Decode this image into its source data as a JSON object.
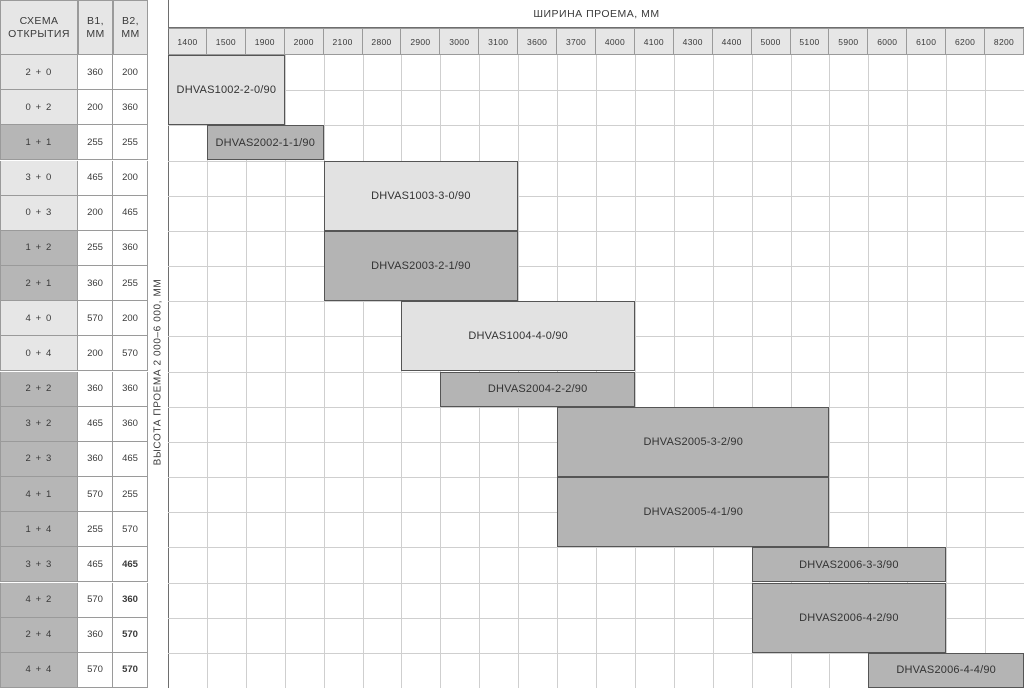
{
  "header": {
    "top_title": "ШИРИНА ПРОЕМА, ММ",
    "y_axis_label": "ВЫСОТА ПРОЕМА 2 000–6 000, ММ",
    "left_columns": [
      "СХЕМА ОТКРЫТИЯ",
      "B1, ММ",
      "B2, ММ"
    ]
  },
  "chart_data": {
    "type": "table",
    "title": "ШИРИНА ПРОЕМА, ММ",
    "xlabel": "ШИРИНА ПРОЕМА, ММ",
    "ylabel": "ВЫСОТА ПРОЕМА 2 000–6 000, ММ",
    "grid": true,
    "categories": [
      "1400",
      "1500",
      "1900",
      "2000",
      "2100",
      "2800",
      "2900",
      "3000",
      "3100",
      "3600",
      "3700",
      "4000",
      "4100",
      "4300",
      "4400",
      "5000",
      "5100",
      "5900",
      "6000",
      "6100",
      "6200",
      "8200"
    ],
    "rows": [
      {
        "scheme": "2 + 0",
        "b1": "360",
        "b2": "200",
        "shade": "light",
        "b1_bold": false,
        "b2_bold": false
      },
      {
        "scheme": "0 + 2",
        "b1": "200",
        "b2": "360",
        "shade": "light",
        "b1_bold": false,
        "b2_bold": false
      },
      {
        "scheme": "1 + 1",
        "b1": "255",
        "b2": "255",
        "shade": "dark",
        "b1_bold": false,
        "b2_bold": false
      },
      {
        "scheme": "3 + 0",
        "b1": "465",
        "b2": "200",
        "shade": "light",
        "b1_bold": false,
        "b2_bold": false
      },
      {
        "scheme": "0 + 3",
        "b1": "200",
        "b2": "465",
        "shade": "light",
        "b1_bold": false,
        "b2_bold": false
      },
      {
        "scheme": "1 + 2",
        "b1": "255",
        "b2": "360",
        "shade": "dark",
        "b1_bold": false,
        "b2_bold": false
      },
      {
        "scheme": "2 + 1",
        "b1": "360",
        "b2": "255",
        "shade": "dark",
        "b1_bold": false,
        "b2_bold": false
      },
      {
        "scheme": "4 + 0",
        "b1": "570",
        "b2": "200",
        "shade": "light",
        "b1_bold": false,
        "b2_bold": false
      },
      {
        "scheme": "0 + 4",
        "b1": "200",
        "b2": "570",
        "shade": "light",
        "b1_bold": false,
        "b2_bold": false
      },
      {
        "scheme": "2 + 2",
        "b1": "360",
        "b2": "360",
        "shade": "dark",
        "b1_bold": false,
        "b2_bold": false
      },
      {
        "scheme": "3 + 2",
        "b1": "465",
        "b2": "360",
        "shade": "dark",
        "b1_bold": false,
        "b2_bold": false
      },
      {
        "scheme": "2 + 3",
        "b1": "360",
        "b2": "465",
        "shade": "dark",
        "b1_bold": false,
        "b2_bold": false
      },
      {
        "scheme": "4 + 1",
        "b1": "570",
        "b2": "255",
        "shade": "dark",
        "b1_bold": false,
        "b2_bold": false
      },
      {
        "scheme": "1 + 4",
        "b1": "255",
        "b2": "570",
        "shade": "dark",
        "b1_bold": false,
        "b2_bold": false
      },
      {
        "scheme": "3 + 3",
        "b1": "465",
        "b2": "465",
        "shade": "dark",
        "b1_bold": false,
        "b2_bold": true
      },
      {
        "scheme": "4 + 2",
        "b1": "570",
        "b2": "360",
        "shade": "dark",
        "b1_bold": false,
        "b2_bold": true
      },
      {
        "scheme": "2 + 4",
        "b1": "360",
        "b2": "570",
        "shade": "dark",
        "b1_bold": false,
        "b2_bold": true
      },
      {
        "scheme": "4 + 4",
        "b1": "570",
        "b2": "570",
        "shade": "dark",
        "b1_bold": false,
        "b2_bold": true
      }
    ],
    "blocks": [
      {
        "label": "DHVAS1002-2-0/90",
        "col_start": 0,
        "col_end": 3,
        "row_start": 0,
        "row_end": 2,
        "shade": "light"
      },
      {
        "label": "DHVAS2002-1-1/90",
        "col_start": 1,
        "col_end": 4,
        "row_start": 2,
        "row_end": 3,
        "shade": "dark"
      },
      {
        "label": "DHVAS1003-3-0/90",
        "col_start": 4,
        "col_end": 9,
        "row_start": 3,
        "row_end": 5,
        "shade": "light"
      },
      {
        "label": "DHVAS2003-2-1/90",
        "col_start": 4,
        "col_end": 9,
        "row_start": 5,
        "row_end": 7,
        "shade": "dark"
      },
      {
        "label": "DHVAS1004-4-0/90",
        "col_start": 6,
        "col_end": 12,
        "row_start": 7,
        "row_end": 9,
        "shade": "light"
      },
      {
        "label": "DHVAS2004-2-2/90",
        "col_start": 7,
        "col_end": 12,
        "row_start": 9,
        "row_end": 10,
        "shade": "dark"
      },
      {
        "label": "DHVAS2005-3-2/90",
        "col_start": 10,
        "col_end": 17,
        "row_start": 10,
        "row_end": 12,
        "shade": "dark"
      },
      {
        "label": "DHVAS2005-4-1/90",
        "col_start": 10,
        "col_end": 17,
        "row_start": 12,
        "row_end": 14,
        "shade": "dark"
      },
      {
        "label": "DHVAS2006-3-3/90",
        "col_start": 15,
        "col_end": 20,
        "row_start": 14,
        "row_end": 15,
        "shade": "dark"
      },
      {
        "label": "DHVAS2006-4-2/90",
        "col_start": 15,
        "col_end": 20,
        "row_start": 15,
        "row_end": 17,
        "shade": "dark"
      },
      {
        "label": "DHVAS2006-4-4/90",
        "col_start": 18,
        "col_end": 22,
        "row_start": 17,
        "row_end": 18,
        "shade": "dark"
      }
    ]
  },
  "colors": {
    "block_light": "#e2e2e2",
    "block_dark": "#b4b4b4",
    "header_fill": "#e6e6e6",
    "row_shade_light": "#e6e6e6",
    "row_shade_dark": "#b6b6b6",
    "border": "#9a9a9a",
    "grid_line": "#cfcfcf"
  }
}
